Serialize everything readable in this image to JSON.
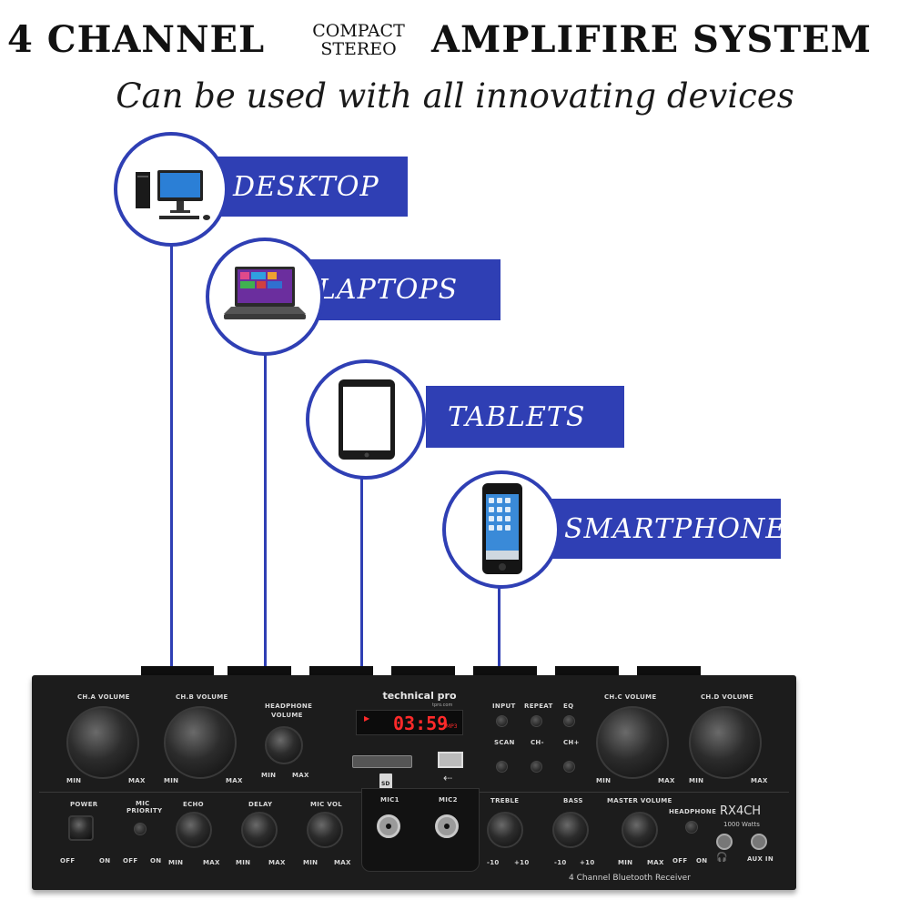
{
  "header": {
    "title_left": "4 CHANNEL",
    "title_small_top": "COMPACT",
    "title_small_bottom": "STEREO",
    "title_right": "AMPLIFIRE SYSTEM",
    "subtitle": "Can be used with all innovating devices"
  },
  "devices": [
    {
      "label": "DESKTOP",
      "icon": "desktop-computer-icon"
    },
    {
      "label": "LAPTOPS",
      "icon": "laptop-icon"
    },
    {
      "label": "TABLETS",
      "icon": "tablet-icon"
    },
    {
      "label": "SMARTPHONE",
      "icon": "smartphone-icon"
    }
  ],
  "colors": {
    "accent": "#2f3fb4",
    "amp_body": "#1c1c1c",
    "display_red": "#ff2a2a"
  },
  "amplifier": {
    "brand": "technical pro",
    "brand_url": "tpro.com",
    "display": "03:59",
    "display_tag": "MP3",
    "model": "RX4CH",
    "watts": "1000 Watts",
    "product_name": "4 Channel Bluetooth Receiver",
    "controls": {
      "ch_a": "CH.A VOLUME",
      "ch_b": "CH.B VOLUME",
      "headphone_volume_1": "HEADPHONE",
      "headphone_volume_2": "VOLUME",
      "ch_c": "CH.C VOLUME",
      "ch_d": "CH.D VOLUME",
      "input": "INPUT",
      "repeat": "REPEAT",
      "eq": "EQ",
      "scan": "SCAN",
      "ch_minus": "CH-",
      "ch_plus": "CH+",
      "power": "POWER",
      "mic_priority_1": "MIC",
      "mic_priority_2": "PRIORITY",
      "echo": "ECHO",
      "delay": "DELAY",
      "mic_vol": "MIC VOL",
      "mic1": "MIC1",
      "mic2": "MIC2",
      "treble": "TREBLE",
      "bass": "BASS",
      "master_volume": "MASTER VOLUME",
      "headphone": "HEADPHONE",
      "aux_in": "AUX IN",
      "sd": "SD",
      "min": "MIN",
      "max": "MAX",
      "minus10": "-10",
      "plus10": "+10",
      "off": "OFF",
      "on": "ON"
    }
  }
}
